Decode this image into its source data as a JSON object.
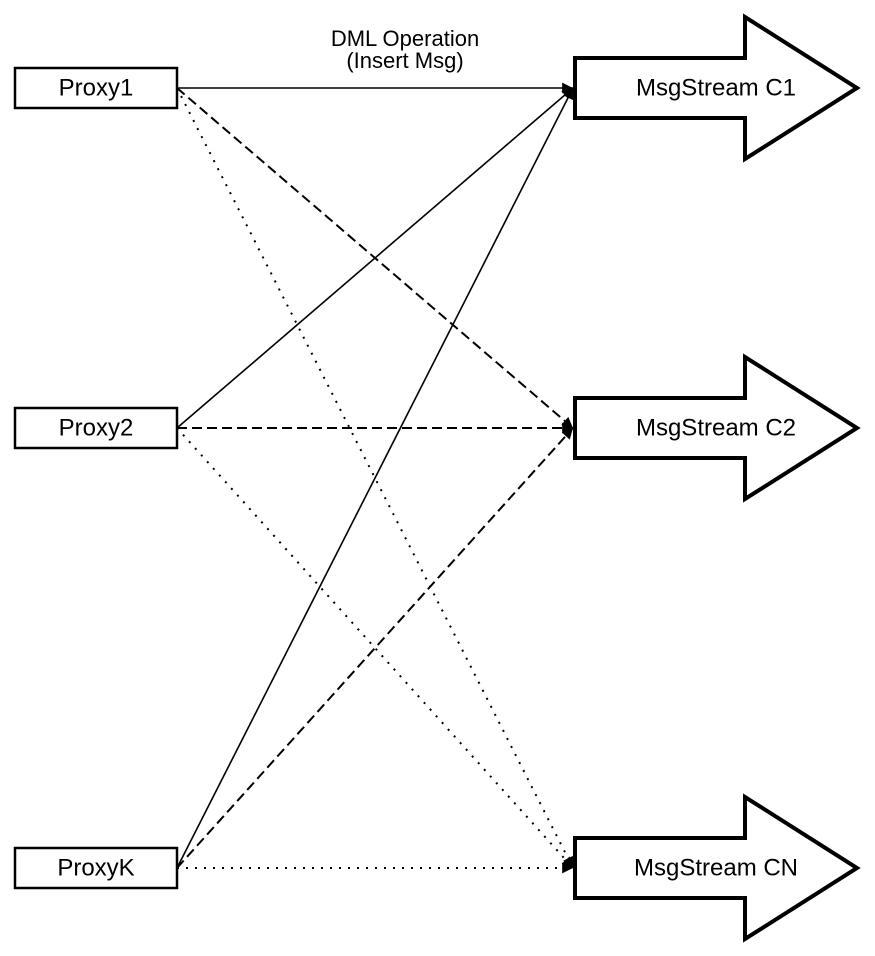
{
  "diagram": {
    "background_color": "#ffffff",
    "stroke_color": "#000000",
    "title": {
      "line1": "DML Operation",
      "line2": "(Insert Msg)"
    },
    "proxies": [
      {
        "label": "Proxy1"
      },
      {
        "label": "Proxy2"
      },
      {
        "label": "ProxyK"
      }
    ],
    "streams": [
      {
        "label": "MsgStream C1"
      },
      {
        "label": "MsgStream C2"
      },
      {
        "label": "MsgStream CN"
      }
    ],
    "connections": [
      {
        "from": "Proxy1",
        "to": "MsgStream C1",
        "line_style": "solid"
      },
      {
        "from": "Proxy2",
        "to": "MsgStream C1",
        "line_style": "solid"
      },
      {
        "from": "ProxyK",
        "to": "MsgStream C1",
        "line_style": "solid"
      },
      {
        "from": "Proxy1",
        "to": "MsgStream C2",
        "line_style": "dashed"
      },
      {
        "from": "Proxy2",
        "to": "MsgStream C2",
        "line_style": "dashed"
      },
      {
        "from": "ProxyK",
        "to": "MsgStream C2",
        "line_style": "dashed"
      },
      {
        "from": "Proxy1",
        "to": "MsgStream CN",
        "line_style": "dotted"
      },
      {
        "from": "Proxy2",
        "to": "MsgStream CN",
        "line_style": "dotted"
      },
      {
        "from": "ProxyK",
        "to": "MsgStream CN",
        "line_style": "dotted"
      }
    ]
  }
}
